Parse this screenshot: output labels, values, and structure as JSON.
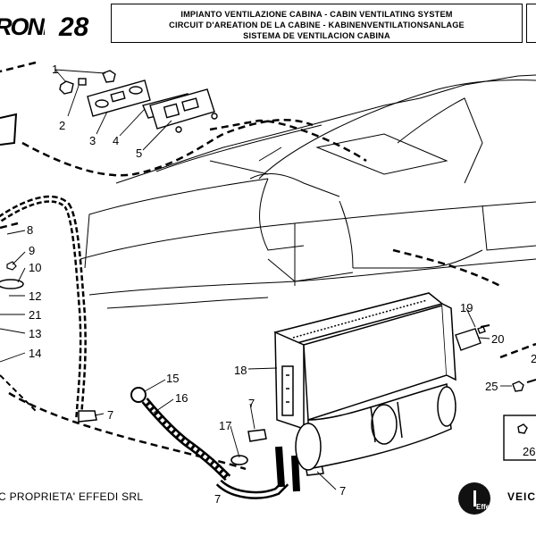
{
  "header": {
    "brand": "RONE",
    "page_number": "28",
    "title_lines": [
      "IMPIANTO VENTILAZIONE CABINA - CABIN VENTILATING SYSTEM",
      "CIRCUIT D'AREATION DE LA CABINE - KABINENVENTILATIONSANLAGE",
      "SISTEMA DE VENTILACION CABINA"
    ]
  },
  "diagram": {
    "part_labels": [
      "1",
      "2",
      "3",
      "4",
      "5",
      "8",
      "9",
      "10",
      "12",
      "21",
      "13",
      "14",
      "15",
      "16",
      "7",
      "7",
      "17",
      "7",
      "18",
      "19",
      "20",
      "25",
      "26",
      "7",
      "2"
    ]
  },
  "footer": {
    "copyright": "C PROPRIETA' EFFEDI SRL",
    "logo_text": "Effedi",
    "vendor_text": "VEICOLI"
  }
}
